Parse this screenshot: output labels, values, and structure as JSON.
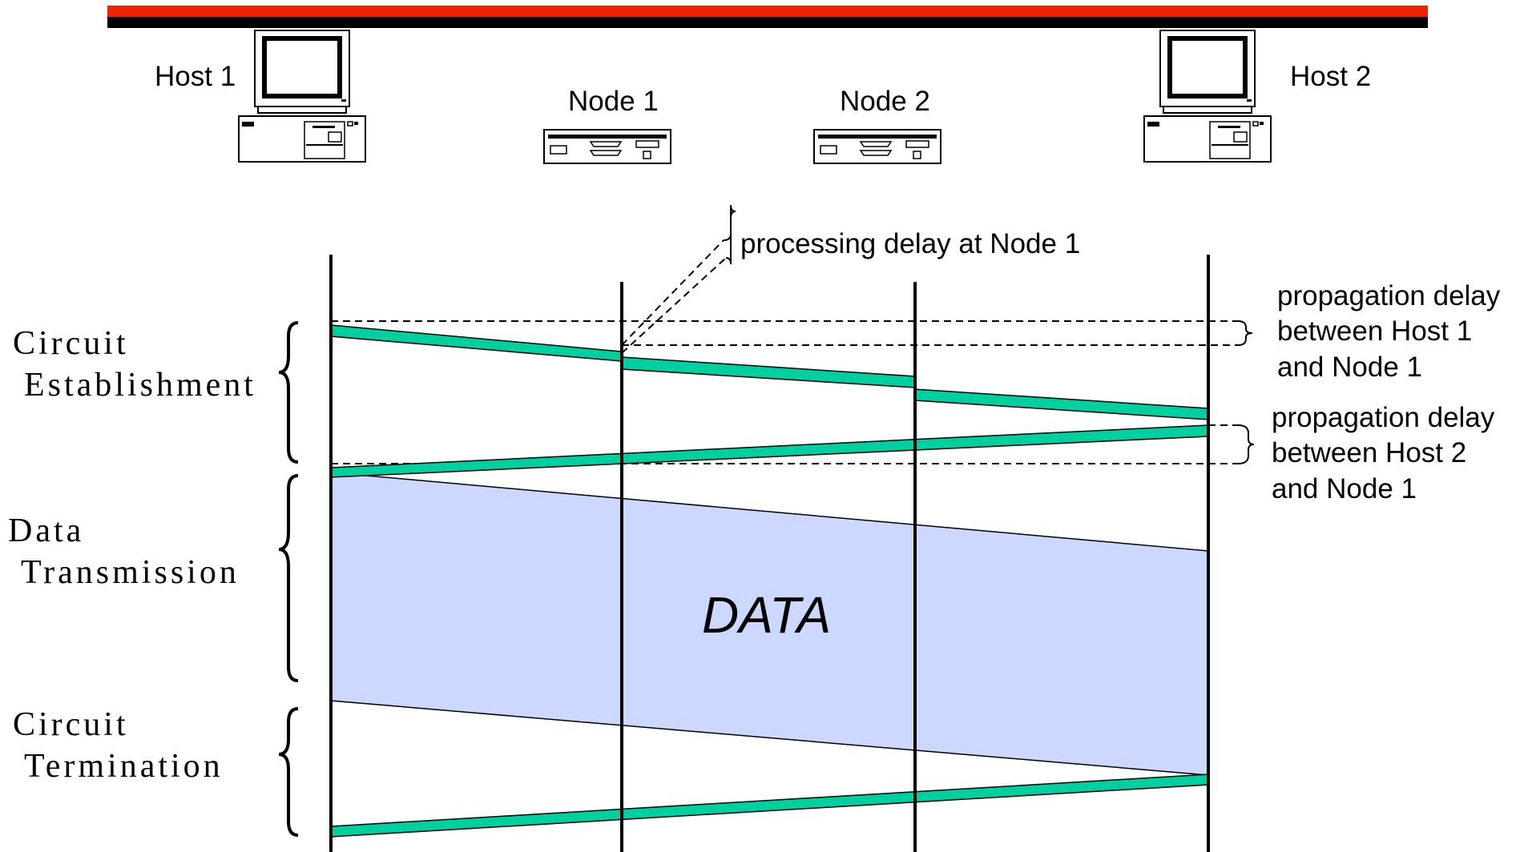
{
  "hosts": [
    {
      "label": "Host 1"
    },
    {
      "label": "Host 2"
    }
  ],
  "nodes": [
    {
      "label": "Node 1"
    },
    {
      "label": "Node 2"
    }
  ],
  "annotations": {
    "processing_delay": "processing delay at Node 1",
    "prop_delay_1": [
      "propagation delay",
      "between Host 1",
      "and Node 1"
    ],
    "prop_delay_2": [
      "propagation delay",
      "between Host 2",
      "and Node 1"
    ]
  },
  "phases": {
    "establishment": [
      "Circuit",
      "Establishment"
    ],
    "transmission": [
      "Data",
      "Transmission"
    ],
    "termination": [
      "Circuit",
      "Termination"
    ]
  },
  "data_label": "DATA",
  "colors": {
    "top_bar_red": "#ee2200",
    "top_bar_black": "#000000",
    "signal_green": "#00d0a0",
    "data_blue": "#ccd8ff"
  },
  "icons": {
    "host": "desktop-computer-icon",
    "node": "network-switch-icon"
  }
}
